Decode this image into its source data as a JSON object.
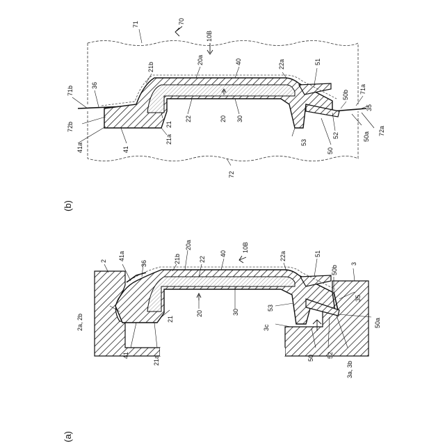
{
  "captions": {
    "a": "(a)",
    "b": "(b)"
  },
  "panel_b": {
    "labels": {
      "n71": "71",
      "n70": "70",
      "n10B": "10B",
      "n20a": "20a",
      "n40": "40",
      "n22a": "22a",
      "n51": "51",
      "n21b": "21b",
      "n71b": "71b",
      "n36": "36",
      "n50b": "50b",
      "n71a": "71a",
      "n35": "35",
      "n72b": "72b",
      "n52": "52",
      "n72a": "72a",
      "n50a": "50a",
      "n41a": "41a",
      "n21": "21",
      "n21a": "21a",
      "n22": "22",
      "n20": "20",
      "n30": "30",
      "n53": "53",
      "n41": "41",
      "n50": "50",
      "n72": "72"
    }
  },
  "panel_a": {
    "labels": {
      "n2": "2",
      "n41a": "41a",
      "n36": "36",
      "n21b": "21b",
      "n20a": "20a",
      "n22": "22",
      "n40": "40",
      "n10B": "10B",
      "n22a": "22a",
      "n51": "51",
      "n3": "3",
      "n50b": "50b",
      "n2a2b": "2a, 2b",
      "n35": "35",
      "n53": "53",
      "n21": "21",
      "n20": "20",
      "n30": "30",
      "n50a": "50a",
      "n3c": "3c",
      "n41": "41",
      "n21a": "21a",
      "n50": "50",
      "n52": "52",
      "n3a3b": "3a, 3b"
    }
  }
}
